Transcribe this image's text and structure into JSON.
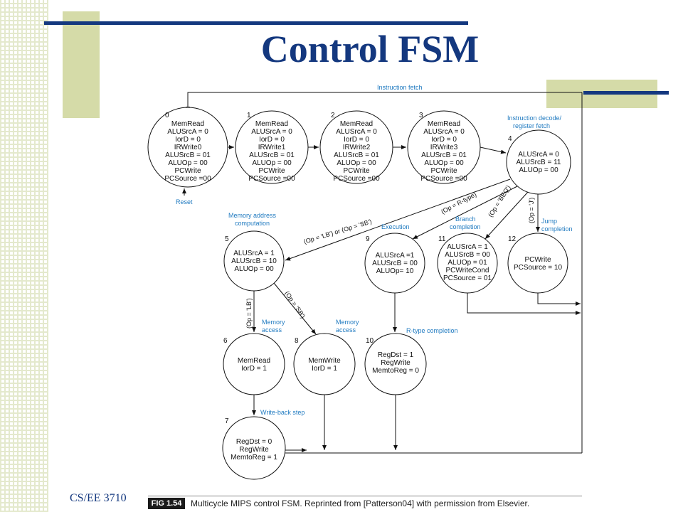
{
  "slide": {
    "title": "Control FSM",
    "course": "CS/EE 3710",
    "colors": {
      "accent": "#14387f",
      "olive": "#d5dba8",
      "label_blue": "#1f7ac0"
    }
  },
  "figure": {
    "badge": "FIG 1.54",
    "caption": "Multicycle MIPS control FSM. Reprinted from [Patterson04] with permission from Elsevier."
  },
  "diagram": {
    "instruction_fetch_label": "Instruction fetch",
    "reset_label": "Reset",
    "decode_label_1": "Instruction decode/",
    "decode_label_2": "register fetch",
    "mem_addr_label_1": "Memory address",
    "mem_addr_label_2": "computation",
    "execution_label": "Execution",
    "branch_label_1": "Branch",
    "branch_label_2": "completion",
    "jump_label_1": "Jump",
    "jump_label_2": "completion",
    "mem_access_label_1": "Memory",
    "mem_access_label_2": "access",
    "rtype_completion_label": "R-type completion",
    "writeback_label": "Write-back step",
    "conditions": {
      "lb_or_sb": "(Op = 'LB') or (Op = 'SB')",
      "rtype": "(Op = R-type)",
      "beq": "(Op = 'BEQ')",
      "j": "(Op = 'J')",
      "lb": "(Op = 'LB')",
      "sb": "(Op = 'SB')"
    },
    "states": [
      {
        "id": "0",
        "lines": [
          "MemRead",
          "ALUSrcA = 0",
          "IorD = 0",
          "IRWrite0",
          "ALUSrcB = 01",
          "ALUOp = 00",
          "PCWrite",
          "PCSource =00"
        ]
      },
      {
        "id": "1",
        "lines": [
          "MemRead",
          "ALUSrcA = 0",
          "IorD = 0",
          "IRWrite1",
          "ALUSrcB = 01",
          "ALUOp = 00",
          "PCWrite",
          "PCSource =00"
        ]
      },
      {
        "id": "2",
        "lines": [
          "MemRead",
          "ALUSrcA = 0",
          "IorD = 0",
          "IRWrite2",
          "ALUSrcB = 01",
          "ALUOp = 00",
          "PCWrite",
          "PCSource =00"
        ]
      },
      {
        "id": "3",
        "lines": [
          "MemRead",
          "ALUSrcA = 0",
          "IorD = 0",
          "IRWrite3",
          "ALUSrcB = 01",
          "ALUOp = 00",
          "PCWrite",
          "PCSource =00"
        ]
      },
      {
        "id": "4",
        "lines": [
          "ALUSrcA = 0",
          "ALUSrcB = 11",
          "ALUOp = 00"
        ]
      },
      {
        "id": "5",
        "lines": [
          "ALUSrcA = 1",
          "ALUSrcB = 10",
          "ALUOp = 00"
        ]
      },
      {
        "id": "9",
        "lines": [
          "ALUSrcA =1",
          "ALUSrcB = 00",
          "ALUOp= 10"
        ]
      },
      {
        "id": "11",
        "lines": [
          "ALUSrcA = 1",
          "ALUSrcB = 00",
          "ALUOp = 01",
          "PCWriteCond",
          "PCSource = 01"
        ]
      },
      {
        "id": "12",
        "lines": [
          "PCWrite",
          "PCSource = 10"
        ]
      },
      {
        "id": "6",
        "lines": [
          "MemRead",
          "IorD = 1"
        ]
      },
      {
        "id": "8",
        "lines": [
          "MemWrite",
          "IorD = 1"
        ]
      },
      {
        "id": "10",
        "lines": [
          "RegDst = 1",
          "RegWrite",
          "MemtoReg = 0"
        ]
      },
      {
        "id": "7",
        "lines": [
          "RegDst = 0",
          "RegWrite",
          "MemtoReg = 1"
        ]
      }
    ]
  }
}
